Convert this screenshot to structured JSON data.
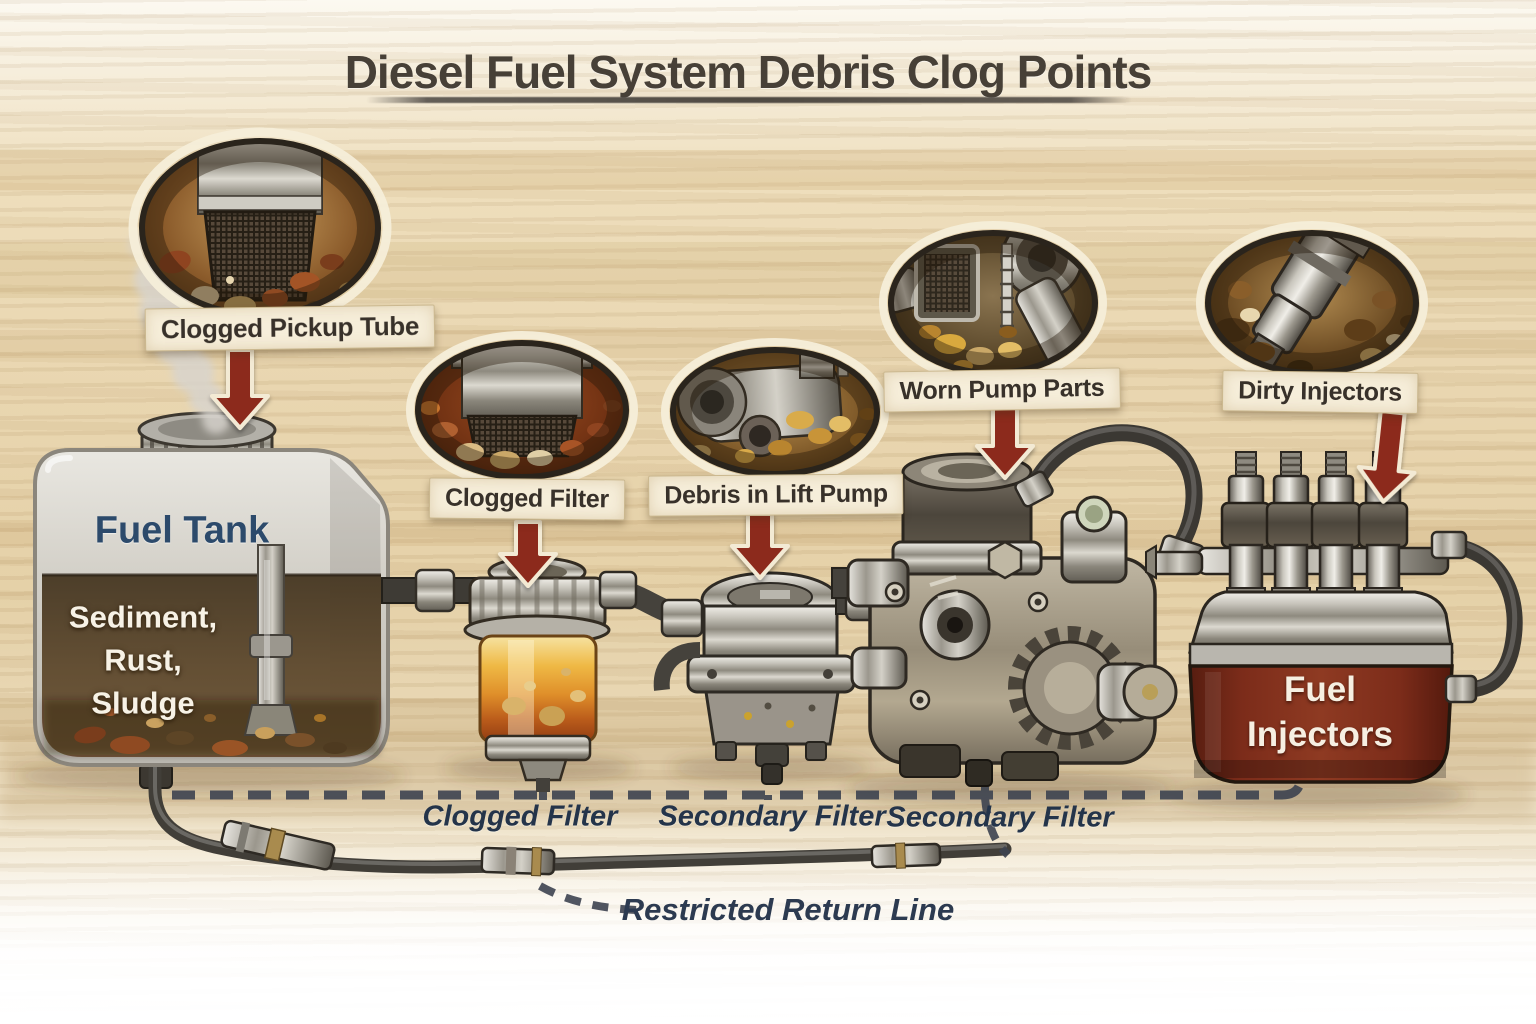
{
  "title": "Diesel Fuel System Debris Clog Points",
  "callouts": {
    "pickup_tube": {
      "label": "Clogged Pickup Tube"
    },
    "clogged_filter": {
      "label": "Clogged Filter"
    },
    "lift_pump": {
      "label": "Debris in Lift Pump"
    },
    "worn_pump": {
      "label": "Worn Pump Parts"
    },
    "dirty_injectors": {
      "label": "Dirty Injectors"
    }
  },
  "tank": {
    "title": "Fuel Tank",
    "contents_lines": [
      "Sediment,",
      "Rust,",
      "Sludge"
    ]
  },
  "injector_box": {
    "line1": "Fuel",
    "line2": "Injectors"
  },
  "flow_labels": [
    "Clogged Filter",
    "Secondary Filter",
    "Secondary Filter"
  ],
  "return_line": {
    "label": "Restricted Return Line"
  },
  "icons": {
    "clog_arrow": "red-down-arrow-icon",
    "tank_vapor": "smoke-puffs"
  },
  "colors": {
    "arrow_red": "#8c2a1c",
    "banner_cream": "#f6eeda",
    "banner_text": "#38312a",
    "title_text": "#474037",
    "tank_label_blue": "#2c4a6b",
    "tank_contents_text": "#f7f2e6",
    "flow_label_navy": "#24344a",
    "injector_box_red": "#7c2b1b",
    "dashed_line": "#3d4350",
    "background_tan": "#e7d4ae"
  }
}
